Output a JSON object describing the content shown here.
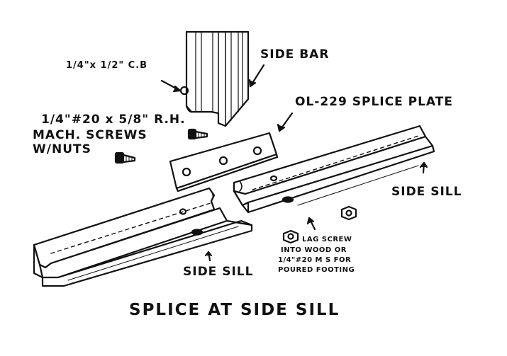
{
  "caption": "SPLICE AT SIDE SILL",
  "labels": {
    "cb_bolt": "1/4\"x 1/2\" C.B",
    "side_bar": "SIDE BAR",
    "splice_plate": "OL-229 SPLICE PLATE",
    "mach_screws_line1": "1/4\"#20 x 5/8\" R.H.",
    "mach_screws_line2": "MACH. SCREWS",
    "mach_screws_line3": "W/NUTS",
    "side_sill_right": "SIDE SILL",
    "side_sill_left": "SIDE SILL",
    "lag_line1": "LAG SCREW",
    "lag_line2": "INTO WOOD OR",
    "lag_line3": "1/4\"#20 M S FOR",
    "lag_line4": "POURED FOOTING"
  },
  "colors": {
    "ink": "#111111",
    "paper": "#ffffff"
  }
}
